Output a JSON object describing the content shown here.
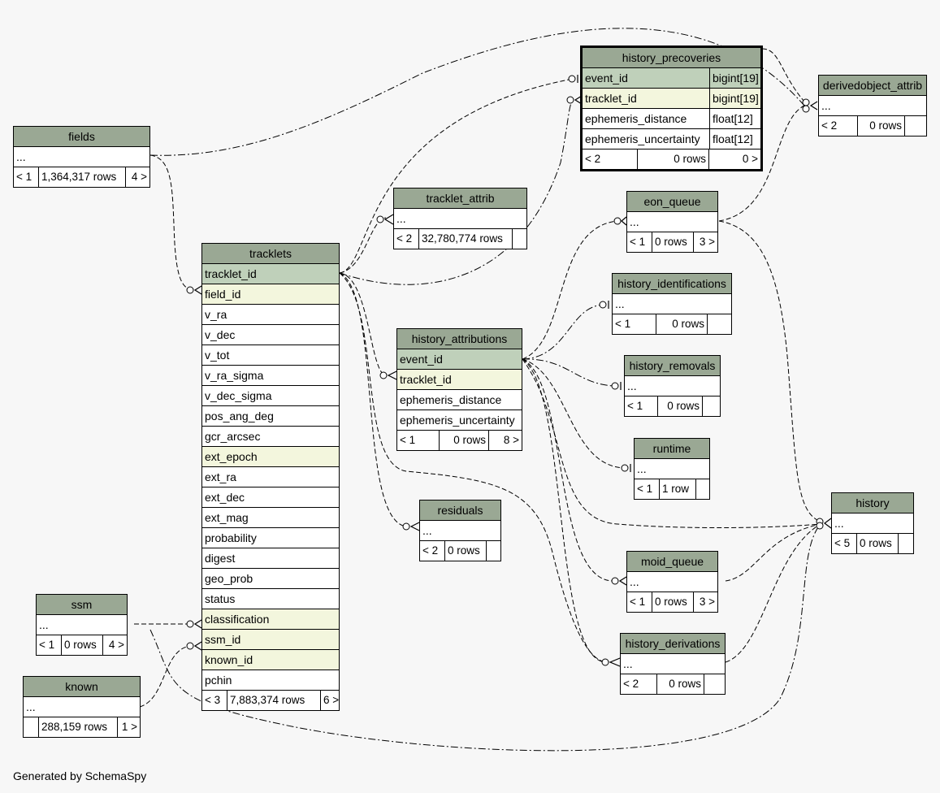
{
  "generated_by": "Generated by SchemaSpy",
  "tables": {
    "history_precoveries": {
      "name": "history_precoveries",
      "columns": [
        {
          "name": "event_id",
          "type": "bigint[19]"
        },
        {
          "name": "tracklet_id",
          "type": "bigint[19]"
        },
        {
          "name": "ephemeris_distance",
          "type": "float[12]"
        },
        {
          "name": "ephemeris_uncertainty",
          "type": "float[12]"
        }
      ],
      "footer": {
        "parents": "< 2",
        "rows": "0 rows",
        "children": "0 >"
      }
    },
    "derivedobject_attrib": {
      "name": "derivedobject_attrib",
      "columns": [
        {
          "name": "..."
        }
      ],
      "footer": {
        "parents": "< 2",
        "rows": "0 rows",
        "children": ""
      }
    },
    "fields": {
      "name": "fields",
      "columns": [
        {
          "name": "..."
        }
      ],
      "footer": {
        "parents": "< 1",
        "rows": "1,364,317 rows",
        "children": "4 >"
      }
    },
    "tracklet_attrib": {
      "name": "tracklet_attrib",
      "columns": [
        {
          "name": "..."
        }
      ],
      "footer": {
        "parents": "< 2",
        "rows": "32,780,774 rows",
        "children": ""
      }
    },
    "eon_queue": {
      "name": "eon_queue",
      "columns": [
        {
          "name": "..."
        }
      ],
      "footer": {
        "parents": "< 1",
        "rows": "0 rows",
        "children": "3 >"
      }
    },
    "tracklets": {
      "name": "tracklets",
      "columns": [
        {
          "name": "tracklet_id"
        },
        {
          "name": "field_id"
        },
        {
          "name": "v_ra"
        },
        {
          "name": "v_dec"
        },
        {
          "name": "v_tot"
        },
        {
          "name": "v_ra_sigma"
        },
        {
          "name": "v_dec_sigma"
        },
        {
          "name": "pos_ang_deg"
        },
        {
          "name": "gcr_arcsec"
        },
        {
          "name": "ext_epoch"
        },
        {
          "name": "ext_ra"
        },
        {
          "name": "ext_dec"
        },
        {
          "name": "ext_mag"
        },
        {
          "name": "probability"
        },
        {
          "name": "digest"
        },
        {
          "name": "geo_prob"
        },
        {
          "name": "status"
        },
        {
          "name": "classification"
        },
        {
          "name": "ssm_id"
        },
        {
          "name": "known_id"
        },
        {
          "name": "pchin"
        }
      ],
      "footer": {
        "parents": "< 3",
        "rows": "7,883,374 rows",
        "children": "6 >"
      }
    },
    "history_identifications": {
      "name": "history_identifications",
      "columns": [
        {
          "name": "..."
        }
      ],
      "footer": {
        "parents": "< 1",
        "rows": "0 rows",
        "children": ""
      }
    },
    "history_attributions": {
      "name": "history_attributions",
      "columns": [
        {
          "name": "event_id"
        },
        {
          "name": "tracklet_id"
        },
        {
          "name": "ephemeris_distance"
        },
        {
          "name": "ephemeris_uncertainty"
        }
      ],
      "footer": {
        "parents": "< 1",
        "rows": "0 rows",
        "children": "8 >"
      }
    },
    "history_removals": {
      "name": "history_removals",
      "columns": [
        {
          "name": "..."
        }
      ],
      "footer": {
        "parents": "< 1",
        "rows": "0 rows",
        "children": ""
      }
    },
    "runtime": {
      "name": "runtime",
      "columns": [
        {
          "name": "..."
        }
      ],
      "footer": {
        "parents": "< 1",
        "rows": "1 row",
        "children": ""
      }
    },
    "residuals": {
      "name": "residuals",
      "columns": [
        {
          "name": "..."
        }
      ],
      "footer": {
        "parents": "< 2",
        "rows": "0 rows",
        "children": ""
      }
    },
    "history": {
      "name": "history",
      "columns": [
        {
          "name": "..."
        }
      ],
      "footer": {
        "parents": "< 5",
        "rows": "0 rows",
        "children": ""
      }
    },
    "moid_queue": {
      "name": "moid_queue",
      "columns": [
        {
          "name": "..."
        }
      ],
      "footer": {
        "parents": "< 1",
        "rows": "0 rows",
        "children": "3 >"
      }
    },
    "ssm": {
      "name": "ssm",
      "columns": [
        {
          "name": "..."
        }
      ],
      "footer": {
        "parents": "< 1",
        "rows": "0 rows",
        "children": "4 >"
      }
    },
    "known": {
      "name": "known",
      "columns": [
        {
          "name": "..."
        }
      ],
      "footer": {
        "parents": "",
        "rows": "288,159 rows",
        "children": "1 >"
      }
    },
    "history_derivations": {
      "name": "history_derivations",
      "columns": [
        {
          "name": "..."
        }
      ],
      "footer": {
        "parents": "< 2",
        "rows": "0 rows",
        "children": ""
      }
    }
  },
  "colors": {
    "header": "#9aa894",
    "primary_key": "#bfd0ba",
    "foreign_key": "#f3f6dd",
    "background": "#f7f7f7"
  }
}
